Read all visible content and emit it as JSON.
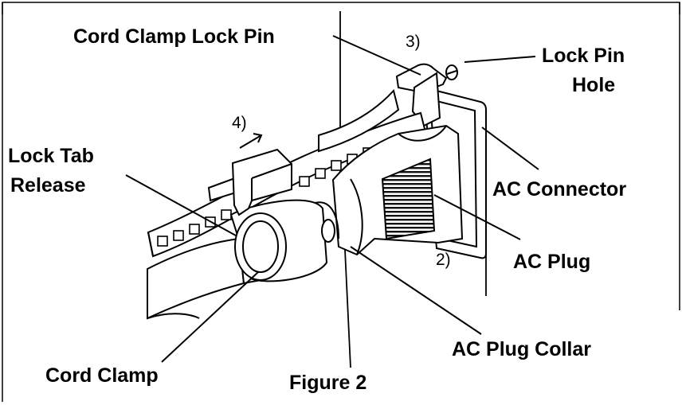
{
  "callouts": {
    "cord_clamp_lock_pin": "Cord Clamp Lock Pin",
    "lock_pin_hole_line1": "Lock Pin",
    "lock_pin_hole_line2": "Hole",
    "lock_tab_release_line1": "Lock Tab",
    "lock_tab_release_line2": "Release",
    "ac_connector": "AC Connector",
    "ac_plug": "AC Plug",
    "ac_plug_collar": "AC Plug Collar",
    "cord_clamp": "Cord Clamp"
  },
  "steps": {
    "step_2": "2)",
    "step_3": "3)",
    "step_4": "4)"
  },
  "caption": "Figure 2",
  "colors": {
    "ink": "#000000",
    "background": "#ffffff",
    "hatch": "#111111"
  }
}
